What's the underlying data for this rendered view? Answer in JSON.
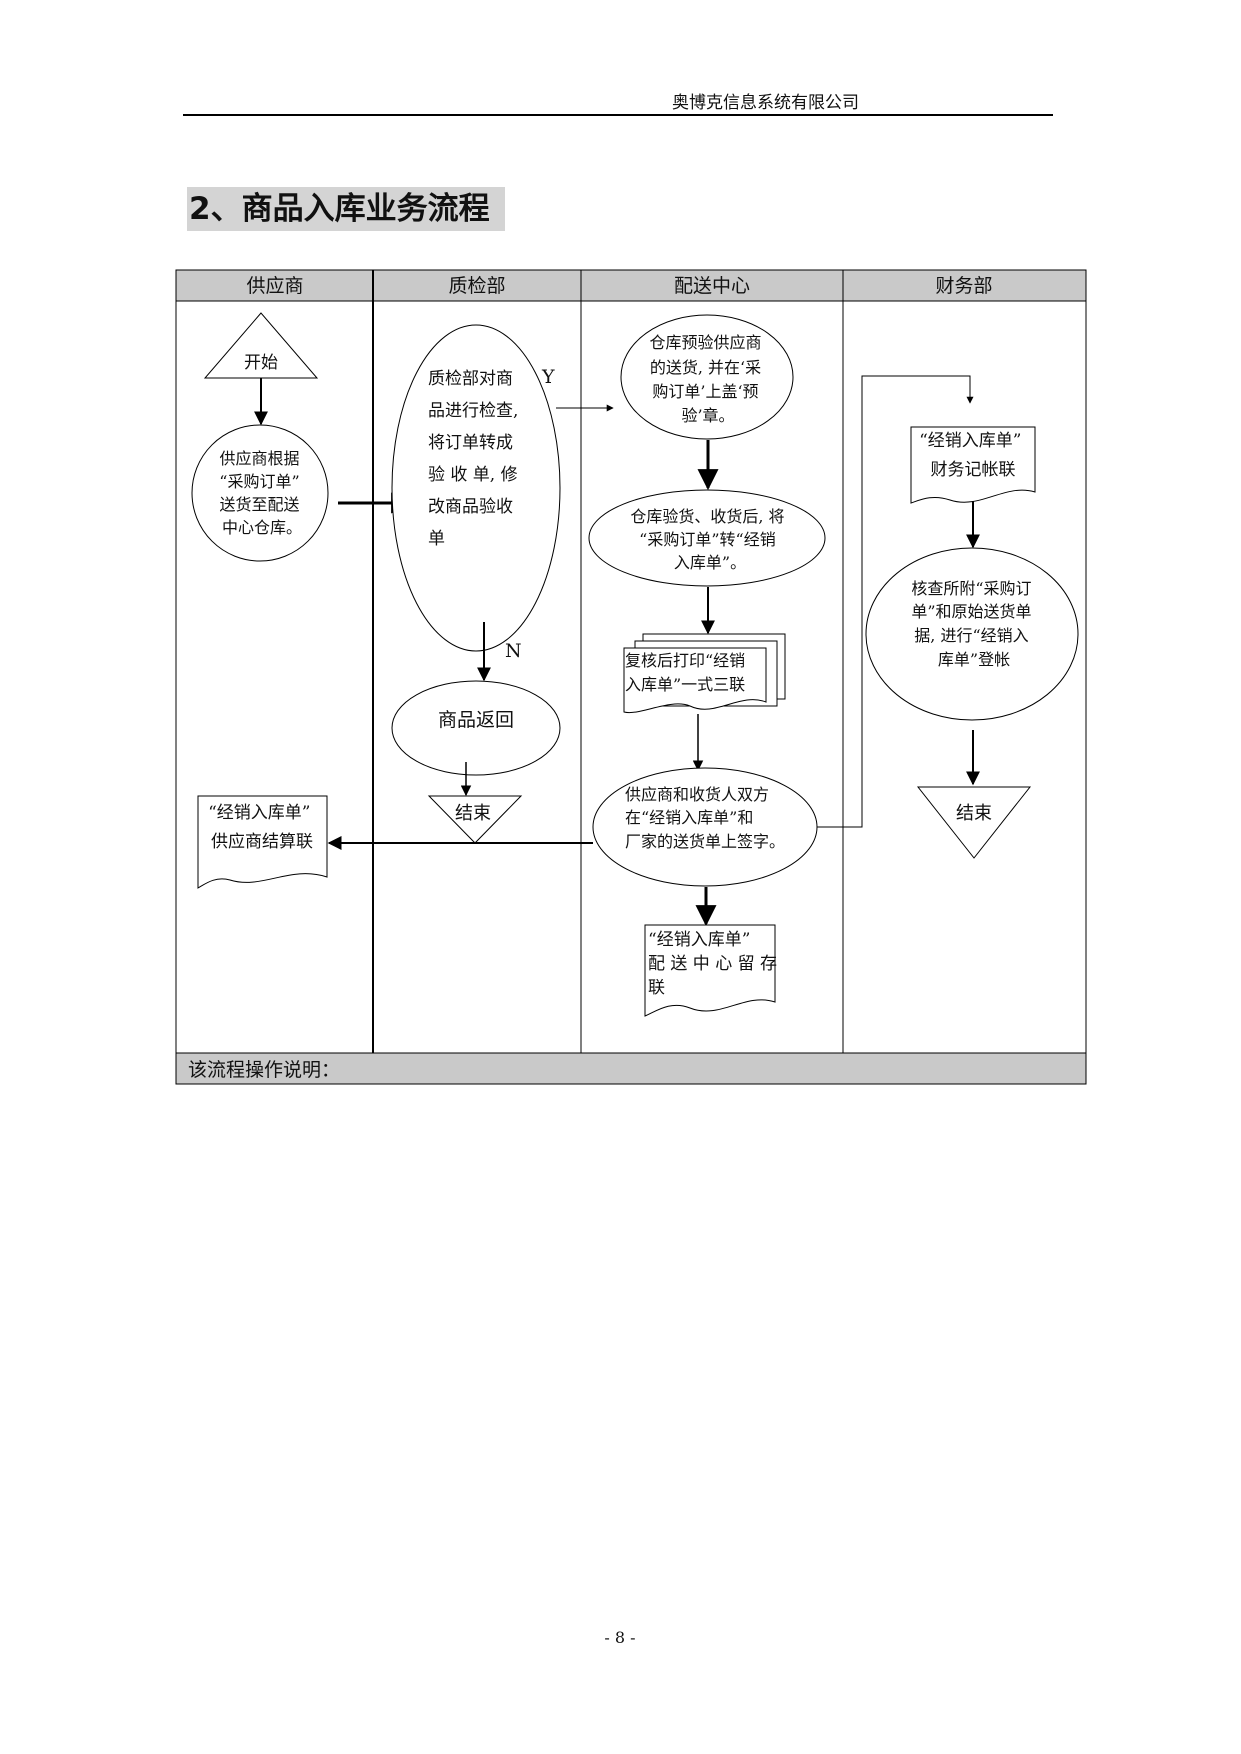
{
  "header": {
    "company": "奥博克信息系统有限公司"
  },
  "title": "2、商品入库业务流程",
  "lanes": [
    {
      "label": "供应商"
    },
    {
      "label": "质检部"
    },
    {
      "label": "配送中心"
    },
    {
      "label": "财务部"
    }
  ],
  "nodes": {
    "start": "开始",
    "supplier_send": [
      "供应商根据",
      "“采购订单”",
      "送货至配送",
      "中心仓库。"
    ],
    "qc_check": [
      "质检部对商",
      "品进行检查,",
      "将订单转成",
      "验 收 单, 修",
      "改商品验收",
      "单"
    ],
    "qc_yes": "Y",
    "qc_no": "N",
    "goods_return": "商品返回",
    "qc_end": "结束",
    "pre_inspect": [
      "仓库预验供应商",
      "的送货, 并在‘采",
      "购订单’上盖‘预",
      "验’章。"
    ],
    "receive": [
      "仓库验货、收货后, 将",
      "“采购订单”转“经销",
      "入库单”。"
    ],
    "print": [
      "复核后打印“经销",
      "入库单”一式三联"
    ],
    "sign": [
      "供应商和收货人双方",
      "在“经销入库单”和",
      "厂家的送货单上签字。"
    ],
    "dc_copy": [
      "“经销入库单”",
      "配 送 中 心 留 存",
      "联"
    ],
    "supplier_copy": [
      "“经销入库单”",
      "供应商结算联"
    ],
    "fin_copy": [
      "“经销入库单”",
      "财务记帐联"
    ],
    "fin_check": [
      "核查所附“采购订",
      "单”和原始送货单",
      "据, 进行“经销入",
      "库单”登帐"
    ],
    "fin_end": "结束"
  },
  "footer_note": "该流程操作说明：",
  "page_number": "- 8 -"
}
